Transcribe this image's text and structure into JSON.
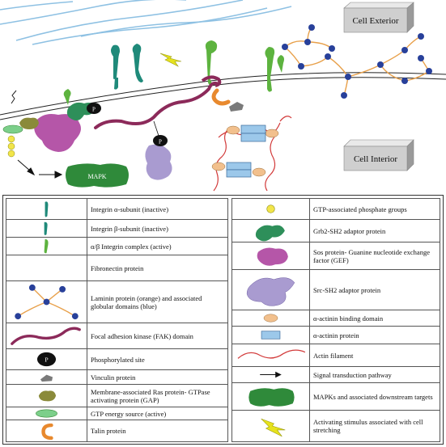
{
  "diagram": {
    "labels": {
      "cell_exterior": "Cell Exterior",
      "cell_interior": "Cell Interior",
      "mapk": "MAPK",
      "phospho": "P"
    },
    "colors": {
      "integrin_teal": "#1f8a7a",
      "integrin_green": "#5db33f",
      "laminin_orange": "#e8a04a",
      "globular_blue": "#28409a",
      "fak_maroon": "#8c2a5a",
      "sos_magenta": "#b556a8",
      "src_lavender": "#a99bd0",
      "grb2_green": "#2e8f5a",
      "mapk_green": "#2f8a3a",
      "actinin_blue": "#9cc8ea",
      "binding_peach": "#f2c08d",
      "actin_red": "#d23a3a",
      "phosphate_yellow": "#f2e54a",
      "gtp_green": "#7ccf8a",
      "fibronectin_blue": "#8ec1e3",
      "vinculin_gray": "#7a7a7a",
      "gap_olive": "#8a8a3a"
    }
  },
  "legend": {
    "left": [
      {
        "label": "Integrin α-subunit (inactive)"
      },
      {
        "label": "Integrin β-subunit (inactive)"
      },
      {
        "label": "α/β Integrin complex (active)"
      },
      {
        "label": "Fibronectin protein"
      },
      {
        "label": "Laminin protein (orange) and associated globular domains (blue)"
      },
      {
        "label": "Focal adhesion kinase (FAK) domain"
      },
      {
        "label": "Phosphorylated site"
      },
      {
        "label": "Vinculin protein"
      },
      {
        "label": "Membrane-associated Ras protein- GTPase activating protein (GAP)"
      },
      {
        "label": "GTP energy source (active)"
      },
      {
        "label": "Talin protein"
      }
    ],
    "right": [
      {
        "label": "GTP-associated phosphate groups"
      },
      {
        "label": "Grb2-SH2 adaptor protein"
      },
      {
        "label": "Sos protein- Guanine nucleotide exchange factor (GEF)"
      },
      {
        "label": "Src-SH2 adaptor protein"
      },
      {
        "label": "α-actinin binding domain"
      },
      {
        "label": "α-actinin protein"
      },
      {
        "label": "Actin filament"
      },
      {
        "label": "Signal transduction pathway"
      },
      {
        "label": "MAPKs and associated downstream targets"
      },
      {
        "label": "Activating stimulus associated with cell stretching"
      }
    ],
    "phospho_symbol": "P"
  }
}
